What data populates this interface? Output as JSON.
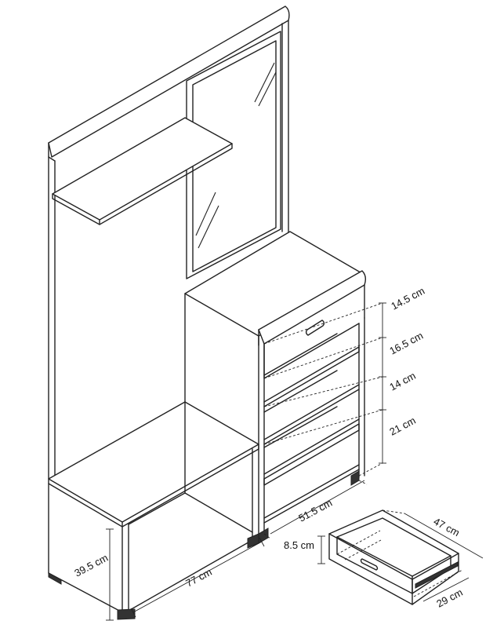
{
  "dimensions": {
    "drawer_front_height": "14.5 cm",
    "shelf_gap_1": "16.5 cm",
    "shelf_gap_2": "14 cm",
    "shelf_gap_3": "21 cm",
    "cabinet_width": "51.5 cm",
    "bench_height": "39.5 cm",
    "bench_width": "77 cm",
    "drawer_height": "8.5 cm",
    "drawer_length": "47 cm",
    "drawer_depth": "29 cm"
  }
}
